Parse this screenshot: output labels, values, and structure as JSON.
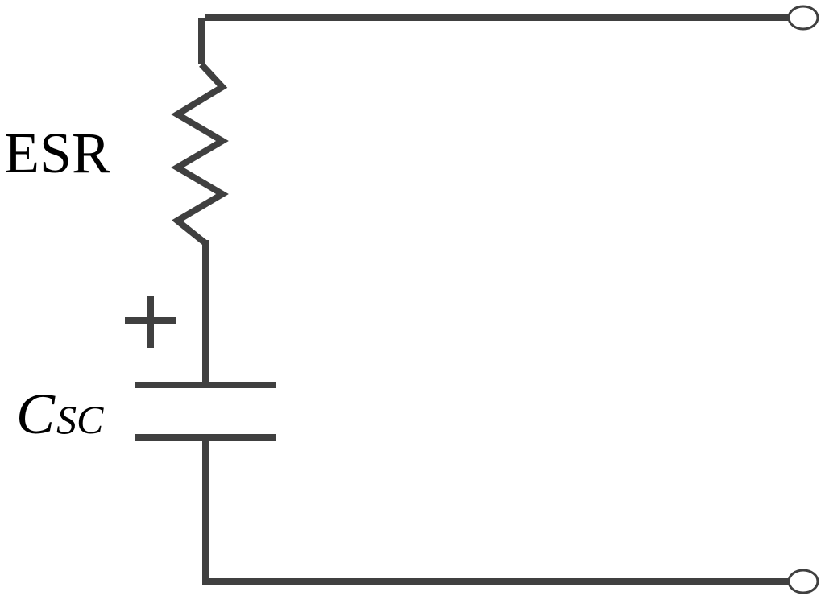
{
  "diagram": {
    "resistor_label": "ESR",
    "capacitor_label": {
      "main": "C",
      "subscript": "SC"
    },
    "polarity_symbol": "+",
    "colors": {
      "wire": "#404040",
      "background": "#ffffff",
      "text": "#000000"
    }
  }
}
